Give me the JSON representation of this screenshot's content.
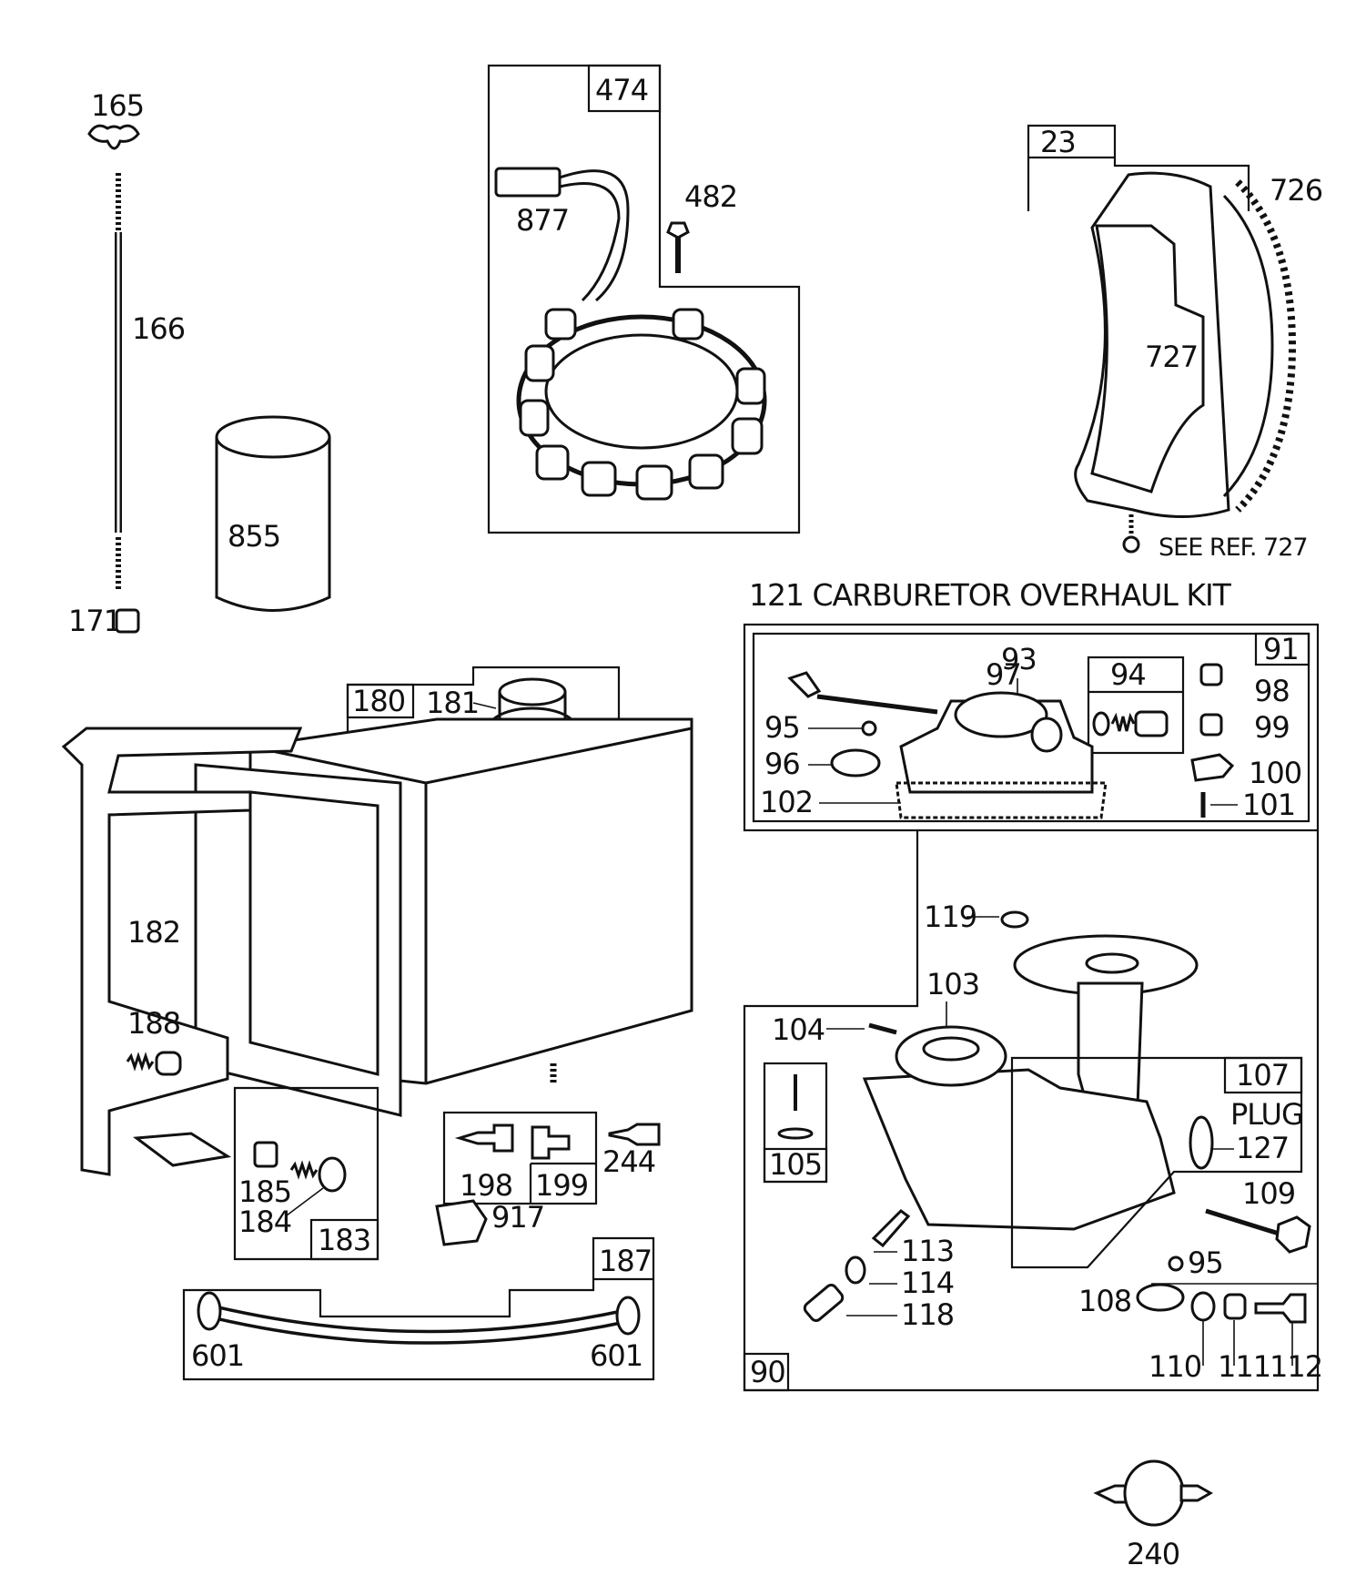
{
  "kit_title": "121 CARBURETOR OVERHAUL KIT",
  "see_ref": "SEE REF. 727",
  "plug_label": "PLUG",
  "boxed_labels": {
    "b474": "474",
    "b23": "23",
    "b180": "180",
    "b183": "183",
    "b187": "187",
    "b198": "198",
    "b199": "199",
    "b91": "91",
    "b94": "94",
    "b107": "107",
    "b105": "105",
    "b90": "90"
  },
  "part_labels": {
    "p165": "165",
    "p166": "166",
    "p171": "171",
    "p855": "855",
    "p877": "877",
    "p482": "482",
    "p726": "726",
    "p727": "727",
    "p181": "181",
    "p182": "182",
    "p188": "188",
    "p185": "185",
    "p184": "184",
    "p244": "244",
    "p917": "917",
    "p601a": "601",
    "p601b": "601",
    "p97": "97",
    "p93": "93",
    "p98": "98",
    "p99": "99",
    "p95a": "95",
    "p96": "96",
    "p100": "100",
    "p102": "102",
    "p101": "101",
    "p119": "119",
    "p103": "103",
    "p104": "104",
    "p127": "127",
    "p109": "109",
    "p95b": "95",
    "p113": "113",
    "p114": "114",
    "p108": "108",
    "p118": "118",
    "p110": "110",
    "p111": "111",
    "p112": "112",
    "p240": "240"
  }
}
